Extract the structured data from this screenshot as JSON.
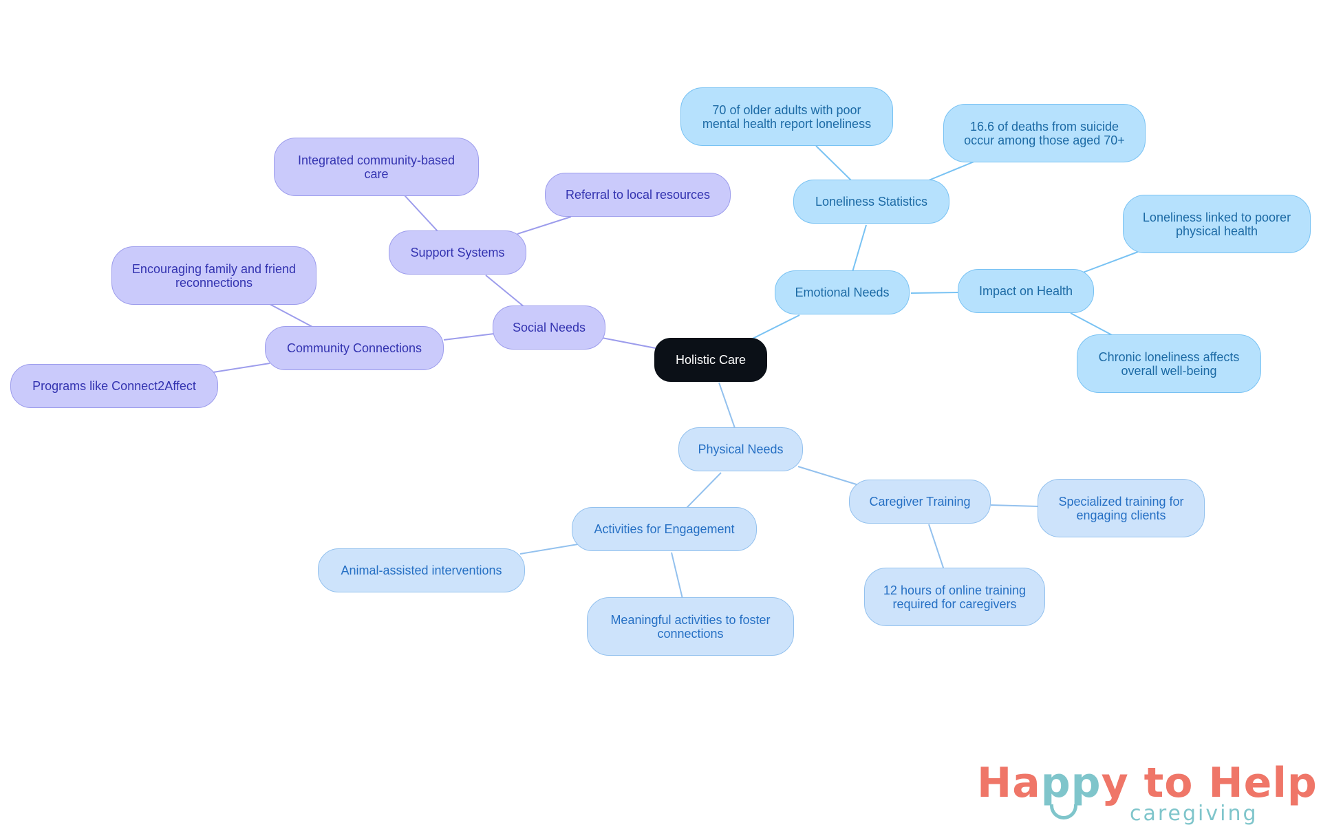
{
  "diagram": {
    "root": {
      "label": "Holistic Care"
    },
    "social_needs": {
      "label": "Social Needs",
      "support_systems": {
        "label": "Support Systems",
        "integrated_care": "Integrated community-based care",
        "referral": "Referral to local resources"
      },
      "community_connections": {
        "label": "Community Connections",
        "family_friend": "Encouraging family and friend reconnections",
        "programs": "Programs like Connect2Affect"
      }
    },
    "emotional_needs": {
      "label": "Emotional Needs",
      "loneliness_statistics": {
        "label": "Loneliness Statistics",
        "stat_older_adults": "70 of older adults with poor mental health report loneliness",
        "stat_suicide": "16.6 of deaths from suicide occur among those aged 70+"
      },
      "impact_on_health": {
        "label": "Impact on Health",
        "poorer_health": "Loneliness linked to poorer physical health",
        "well_being": "Chronic loneliness affects overall well-being"
      }
    },
    "physical_needs": {
      "label": "Physical Needs",
      "activities": {
        "label": "Activities for Engagement",
        "animal": "Animal-assisted interventions",
        "meaningful": "Meaningful activities to foster connections"
      },
      "caregiver_training": {
        "label": "Caregiver Training",
        "specialized": "Specialized training for engaging clients",
        "hours": "12 hours of online training required for caregivers"
      }
    },
    "colors": {
      "root": "#0b1017",
      "social": "#cacafb",
      "social_line": "#9c9cec",
      "emotional": "#b6e1fd",
      "emotional_line": "#78c2f3",
      "physical": "#cde3fb",
      "physical_line": "#93c1ee"
    }
  },
  "logo": {
    "word1": "Ha",
    "word1_pp": "pp",
    "word1_end": "y",
    "word2": "to Help",
    "subtitle": "caregiving"
  }
}
